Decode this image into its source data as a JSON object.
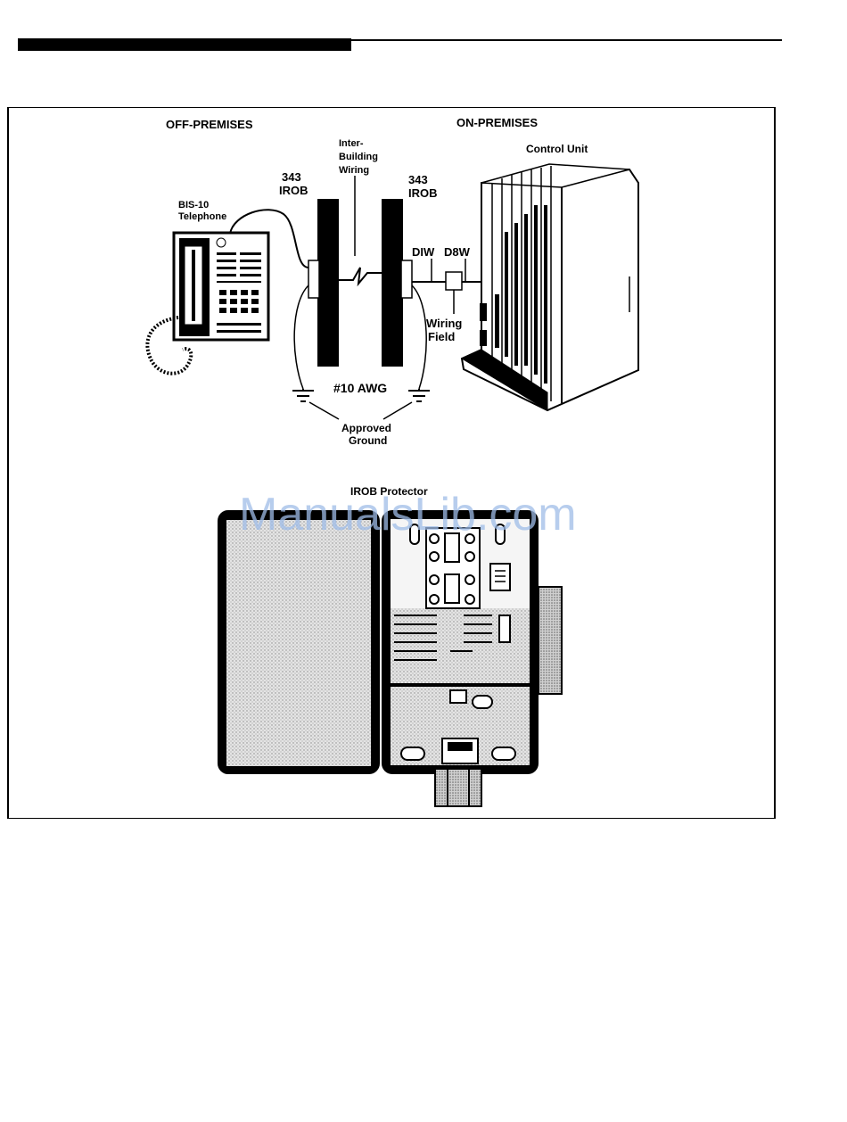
{
  "diagram": {
    "labels": {
      "off_premises": "OFF-PREMISES",
      "on_premises": "ON-PREMISES",
      "control_unit": "Control Unit",
      "inter_building_wiring": [
        "Inter-",
        "Building",
        "Wiring"
      ],
      "irob_left": [
        "343",
        "IROB"
      ],
      "irob_right": [
        "343",
        "IROB"
      ],
      "telephone": [
        "BIS-10",
        "Telephone"
      ],
      "diw": "DIW",
      "d8w": "D8W",
      "wiring_field": [
        "Wiring",
        "Field"
      ],
      "awg": "#10 AWG",
      "approved_ground": [
        "Approved",
        "Ground"
      ],
      "irob_protector": "IROB Protector"
    }
  },
  "watermark": "ManualsLib.com"
}
